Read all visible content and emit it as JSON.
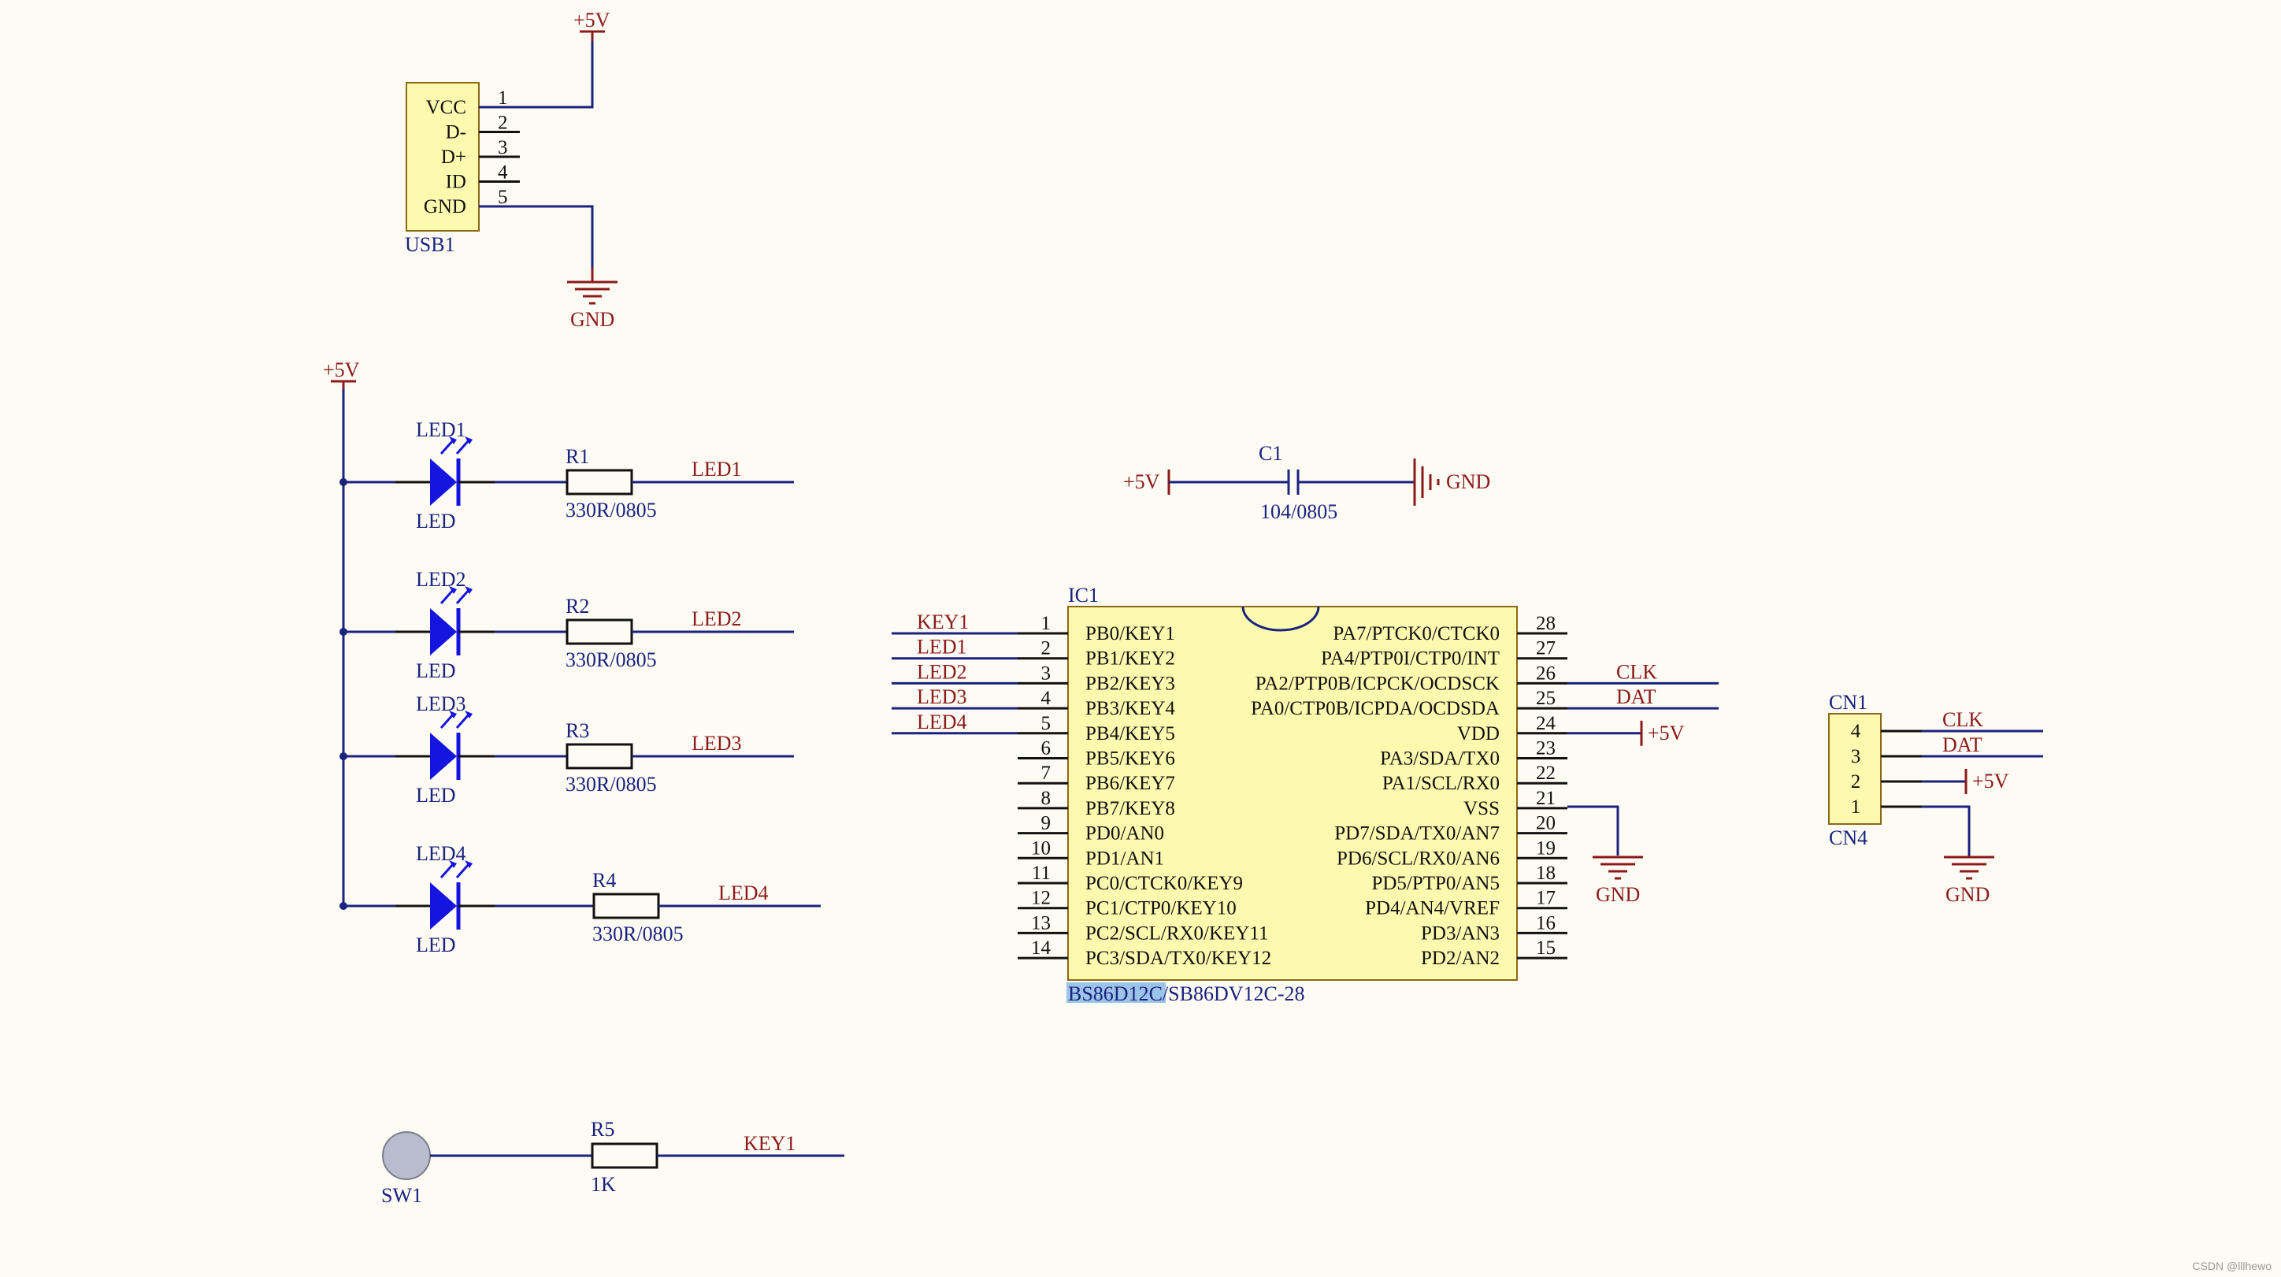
{
  "usb1": {
    "designator": "USB1",
    "pins": [
      {
        "num": "1",
        "name": "VCC"
      },
      {
        "num": "2",
        "name": "D-"
      },
      {
        "num": "3",
        "name": "D+"
      },
      {
        "num": "4",
        "name": "ID"
      },
      {
        "num": "5",
        "name": "GND"
      }
    ],
    "vcc_label": "+5V",
    "gnd_label": "GND"
  },
  "leds": [
    {
      "designator": "LED1",
      "value": "LED",
      "res": "R1",
      "res_value": "330R/0805",
      "net": "LED1"
    },
    {
      "designator": "LED2",
      "value": "LED",
      "res": "R2",
      "res_value": "330R/0805",
      "net": "LED2"
    },
    {
      "designator": "LED3",
      "value": "LED",
      "res": "R3",
      "res_value": "330R/0805",
      "net": "LED3"
    },
    {
      "designator": "LED4",
      "value": "LED",
      "res": "R4",
      "res_value": "330R/0805",
      "net": "LED4"
    }
  ],
  "led_supply": "+5V",
  "cap": {
    "designator": "C1",
    "value": "104/0805",
    "left": "+5V",
    "right": "GND"
  },
  "ic1": {
    "designator": "IC1",
    "part_highlight": "BS86D12C",
    "part_rest": "/SB86DV12C-28",
    "left_pins": [
      {
        "num": "1",
        "name": "PB0/KEY1",
        "net": "KEY1"
      },
      {
        "num": "2",
        "name": "PB1/KEY2",
        "net": "LED1"
      },
      {
        "num": "3",
        "name": "PB2/KEY3",
        "net": "LED2"
      },
      {
        "num": "4",
        "name": "PB3/KEY4",
        "net": "LED3"
      },
      {
        "num": "5",
        "name": "PB4/KEY5",
        "net": "LED4"
      },
      {
        "num": "6",
        "name": "PB5/KEY6",
        "net": ""
      },
      {
        "num": "7",
        "name": "PB6/KEY7",
        "net": ""
      },
      {
        "num": "8",
        "name": "PB7/KEY8",
        "net": ""
      },
      {
        "num": "9",
        "name": "PD0/AN0",
        "net": ""
      },
      {
        "num": "10",
        "name": "PD1/AN1",
        "net": ""
      },
      {
        "num": "11",
        "name": "PC0/CTCK0/KEY9",
        "net": ""
      },
      {
        "num": "12",
        "name": "PC1/CTP0/KEY10",
        "net": ""
      },
      {
        "num": "13",
        "name": "PC2/SCL/RX0/KEY11",
        "net": ""
      },
      {
        "num": "14",
        "name": "PC3/SDA/TX0/KEY12",
        "net": ""
      }
    ],
    "right_pins": [
      {
        "num": "28",
        "name": "PA7/PTCK0/CTCK0",
        "net": ""
      },
      {
        "num": "27",
        "name": "PA4/PTP0I/CTP0/INT",
        "net": ""
      },
      {
        "num": "26",
        "name": "PA2/PTP0B/ICPCK/OCDSCK",
        "net": "CLK"
      },
      {
        "num": "25",
        "name": "PA0/CTP0B/ICPDA/OCDSDA",
        "net": "DAT"
      },
      {
        "num": "24",
        "name": "VDD",
        "net": "+5V"
      },
      {
        "num": "23",
        "name": "PA3/SDA/TX0",
        "net": ""
      },
      {
        "num": "22",
        "name": "PA1/SCL/RX0",
        "net": ""
      },
      {
        "num": "21",
        "name": "VSS",
        "net": ""
      },
      {
        "num": "20",
        "name": "PD7/SDA/TX0/AN7",
        "net": ""
      },
      {
        "num": "19",
        "name": "PD6/SCL/RX0/AN6",
        "net": ""
      },
      {
        "num": "18",
        "name": "PD5/PTP0/AN5",
        "net": ""
      },
      {
        "num": "17",
        "name": "PD4/AN4/VREF",
        "net": ""
      },
      {
        "num": "16",
        "name": "PD3/AN3",
        "net": ""
      },
      {
        "num": "15",
        "name": "PD2/AN2",
        "net": ""
      }
    ],
    "vss_gnd": "GND"
  },
  "cn": {
    "top_designator": "CN1",
    "bottom_designator": "CN4",
    "pins": [
      {
        "num": "4",
        "net": "CLK"
      },
      {
        "num": "3",
        "net": "DAT"
      },
      {
        "num": "2",
        "net": "+5V"
      },
      {
        "num": "1",
        "net": ""
      }
    ],
    "gnd": "GND"
  },
  "sw": {
    "designator": "SW1",
    "res": "R5",
    "res_value": "1K",
    "net": "KEY1"
  },
  "watermark": "CSDN @lllhewo",
  "colors": {
    "wire": "#1a237e",
    "power": "#8b1a1a",
    "body": "#fdfab0",
    "led": "#1515e0",
    "highlight": "#9cc3e8"
  }
}
